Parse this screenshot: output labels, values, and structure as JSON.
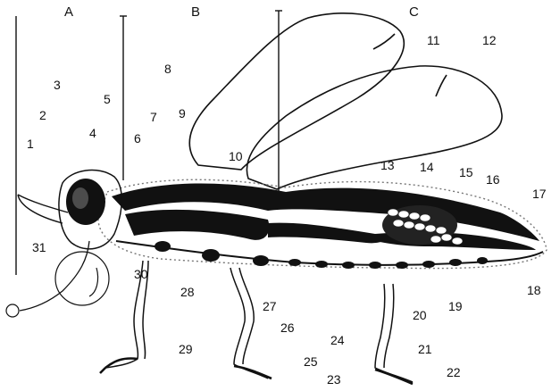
{
  "sections": {
    "a": "A",
    "b": "B",
    "c": "C"
  },
  "labels": {
    "n1": "1",
    "n2": "2",
    "n3": "3",
    "n4": "4",
    "n5": "5",
    "n6": "6",
    "n7": "7",
    "n8": "8",
    "n9": "9",
    "n10": "10",
    "n11": "11",
    "n12": "12",
    "n13": "13",
    "n14": "14",
    "n15": "15",
    "n16": "16",
    "n17": "17",
    "n18": "18",
    "n19": "19",
    "n20": "20",
    "n21": "21",
    "n22": "22",
    "n23": "23",
    "n24": "24",
    "n25": "25",
    "n26": "26",
    "n27": "27",
    "n28": "28",
    "n29": "29",
    "n30": "30",
    "n31": "31"
  }
}
